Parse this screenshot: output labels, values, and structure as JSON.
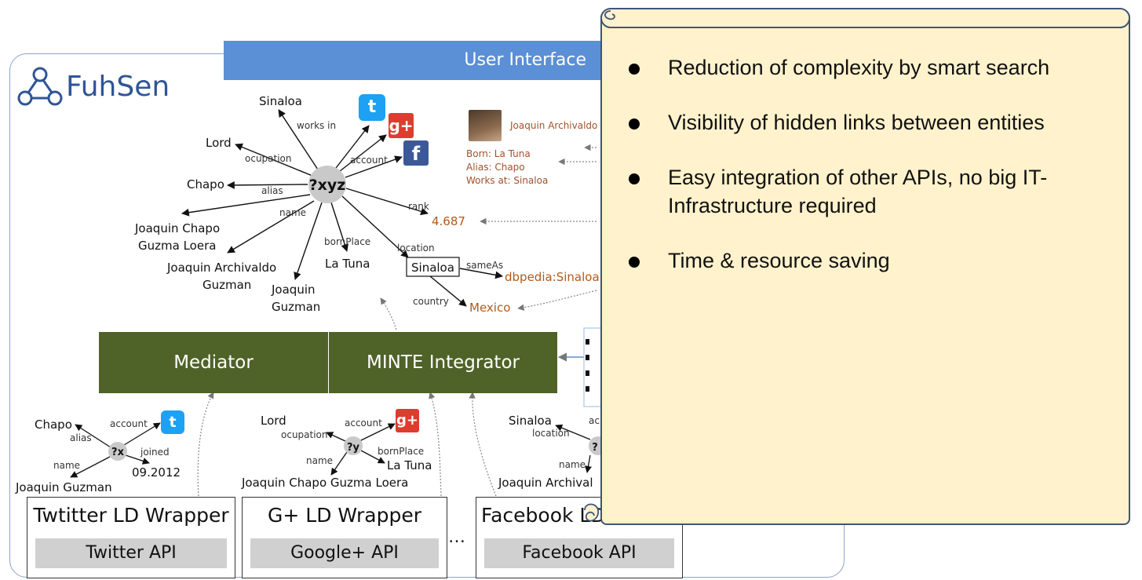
{
  "header": {
    "ui_label": "User Interface",
    "brand": "FuhSen"
  },
  "profile": {
    "name": "Joaquin Archivaldo",
    "born": "Born: La Tuna",
    "alias": "Alias: Chapo",
    "works": "Works at: Sinaloa"
  },
  "graph": {
    "center": "?xyz",
    "nodes": {
      "sinaloa_top": "Sinaloa",
      "lord": "Lord",
      "chapo": "Chapo",
      "jc1": "Joaquin Chapo",
      "jc2": "Guzma Loera",
      "ja1": "Joaquin Archivaldo",
      "ja2": "Guzman",
      "jg1": "Joaquin",
      "jg2": "Guzman",
      "latuna": "La Tuna",
      "sinaloa_box": "Sinaloa",
      "rank_val": "4.687",
      "dbpedia": "dbpedia:Sinaloa",
      "mexico": "Mexico"
    },
    "edges": {
      "works_in": "works in",
      "ocupation": "ocupation",
      "account": "account",
      "alias": "alias",
      "name": "name",
      "rank": "rank",
      "bornPlace": "bornPlace",
      "location": "location",
      "sameAs": "sameAs",
      "country": "country"
    }
  },
  "middle": {
    "mediator": "Mediator",
    "integrator": "MINTE Integrator"
  },
  "subgraphs": {
    "twitter": {
      "center": "?x",
      "chapo": "Chapo",
      "alias": "alias",
      "account": "account",
      "name": "name",
      "joined": "joined",
      "date": "09.2012",
      "person": "Joaquin Guzman"
    },
    "gplus": {
      "center": "?y",
      "lord": "Lord",
      "ocupation": "ocupation",
      "account": "account",
      "name": "name",
      "bornPlace": "bornPlace",
      "latuna": "La Tuna",
      "person": "Joaquin Chapo Guzma Loera"
    },
    "facebook": {
      "center": "?",
      "sinaloa": "Sinaloa",
      "location": "location",
      "ac": "ac",
      "name": "name",
      "person": "Joaquin Archival"
    }
  },
  "wrappers": [
    {
      "title": "Twtitter LD Wrapper",
      "api": "Twitter API"
    },
    {
      "title": "G+ LD Wrapper",
      "api": "Google+ API"
    },
    {
      "title": "Facebook LD",
      "api": "Facebook API"
    }
  ],
  "ellipsis": "…",
  "benefits": [
    "Reduction of complexity by smart search",
    "Visibility of hidden links between entities",
    "Easy integration of other APIs, no big IT-Infrastructure required",
    "Time & resource saving"
  ],
  "colors": {
    "green": "#4f6228",
    "ui_blue": "#5b8fd6",
    "scroll_fill": "#fff2cc",
    "value_brown": "#a0522d"
  },
  "icons": [
    "twitter-icon",
    "google-plus-icon",
    "facebook-icon",
    "fuhsen-logo-icon"
  ]
}
